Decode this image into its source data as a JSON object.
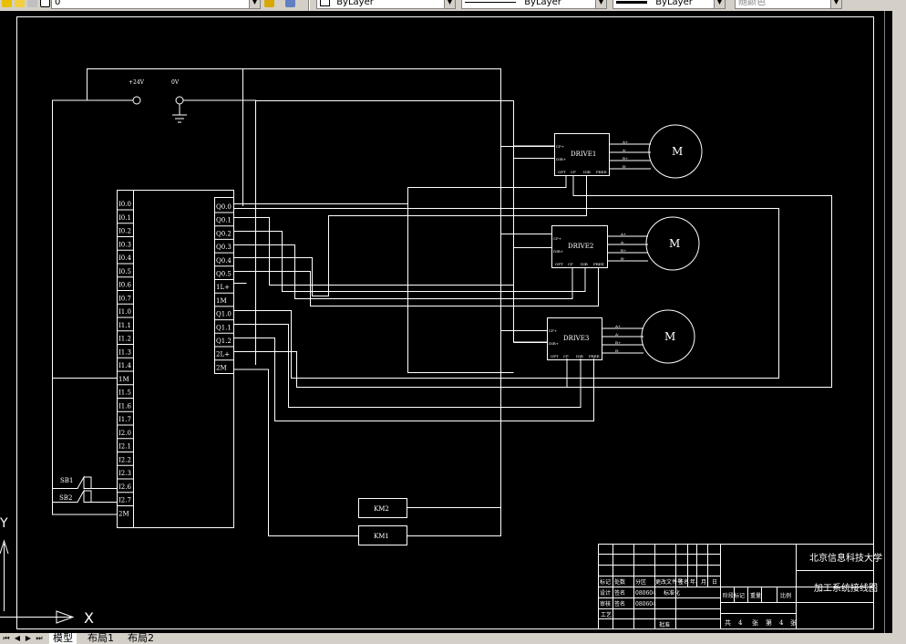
{
  "toolbar": {
    "layer_value": "0",
    "color_value": "ByLayer",
    "linetype_value": "ByLayer",
    "lineweight_value": "ByLayer",
    "plotstyle_value": "随颜色"
  },
  "plc": {
    "inputs": [
      "I0.0",
      "I0.1",
      "I0.2",
      "I0.3",
      "I0.4",
      "I0.5",
      "I0.6",
      "I0.7",
      "I1.0",
      "I1.1",
      "I1.2",
      "I1.3",
      "I1.4",
      "1M",
      "I1.5",
      "I1.6",
      "I1.7",
      "I2.0",
      "I2.1",
      "I2.2",
      "I2.3",
      "I2.6",
      "I2.7",
      "2M"
    ],
    "outputs": [
      "Q0.0",
      "Q0.1",
      "Q0.2",
      "Q0.3",
      "Q0.4",
      "Q0.5",
      "1L+",
      "1M",
      "Q1.0",
      "Q1.1",
      "Q1.2",
      "2L+",
      "2M"
    ]
  },
  "power": {
    "v24_label": "+24V",
    "zero_label": "0V"
  },
  "switches": {
    "sb1": "SB1",
    "sb2": "SB2"
  },
  "relays": {
    "km2": "KM2",
    "km1": "KM1"
  },
  "drivers": [
    {
      "name": "DRIVE1",
      "in_plus": "CP+",
      "in_minus": "DIR+",
      "bottom": [
        "OPT",
        "CP",
        "DIR",
        "FREE"
      ],
      "right": [
        "A+",
        "A-",
        "B+",
        "B-"
      ],
      "motor": "M"
    },
    {
      "name": "DRIVE2",
      "in_plus": "CP+",
      "in_minus": "DIR+",
      "bottom": [
        "OPT",
        "CP",
        "DIR",
        "FREE"
      ],
      "right": [
        "A+",
        "A-",
        "B+",
        "B-"
      ],
      "motor": "M"
    },
    {
      "name": "DRIVE3",
      "in_plus": "CP+",
      "in_minus": "DIR+",
      "bottom": [
        "OPT",
        "CP",
        "DIR",
        "FREE"
      ],
      "right": [
        "A+",
        "A-",
        "B+",
        "B-"
      ],
      "motor": "M"
    }
  ],
  "title_block": {
    "university": "北京信息科技大学",
    "drawing_title": "加工系统接线图",
    "row_headers": [
      "标记",
      "处数",
      "分区",
      "更改文件号",
      "签名",
      "年、月、日"
    ],
    "designer_row": [
      "设计",
      "签名",
      "080604",
      "标准化"
    ],
    "check_row": [
      "审核",
      "签名",
      "080604"
    ],
    "process_row": [
      "工艺"
    ],
    "approve_label": "批准",
    "stage_headers": [
      "阶段标记",
      "重量",
      "比例"
    ],
    "sheet_info": [
      "共",
      "4",
      "张",
      "第",
      "4",
      "张"
    ]
  },
  "ucs": {
    "x_label": "X",
    "y_label": "Y"
  },
  "tabs": [
    "模型",
    "布局1",
    "布局2"
  ]
}
